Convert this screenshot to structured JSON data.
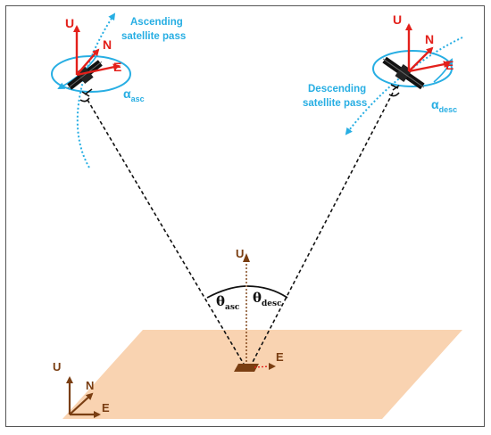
{
  "ascending": {
    "pass_line1": "Ascending",
    "pass_line2": "satellite pass",
    "axis_u": "U",
    "axis_n": "N",
    "axis_e": "E",
    "alpha_symbol": "α",
    "alpha_sub": "asc"
  },
  "descending": {
    "pass_line1": "Descending",
    "pass_line2": "satellite pass",
    "axis_u": "U",
    "axis_n": "N",
    "axis_e": "E",
    "alpha_symbol": "α",
    "alpha_sub": "desc"
  },
  "ground": {
    "axis_u": "U",
    "axis_e": "E",
    "theta_symbol": "θ",
    "theta_asc_sub": "asc",
    "theta_desc_sub": "desc"
  },
  "reference_frame": {
    "axis_u": "U",
    "axis_n": "N",
    "axis_e": "E"
  },
  "colors": {
    "cyan": "#27aee3",
    "red": "#e3201b",
    "brown": "#7a3e12",
    "ground": "#f9d3b1"
  }
}
